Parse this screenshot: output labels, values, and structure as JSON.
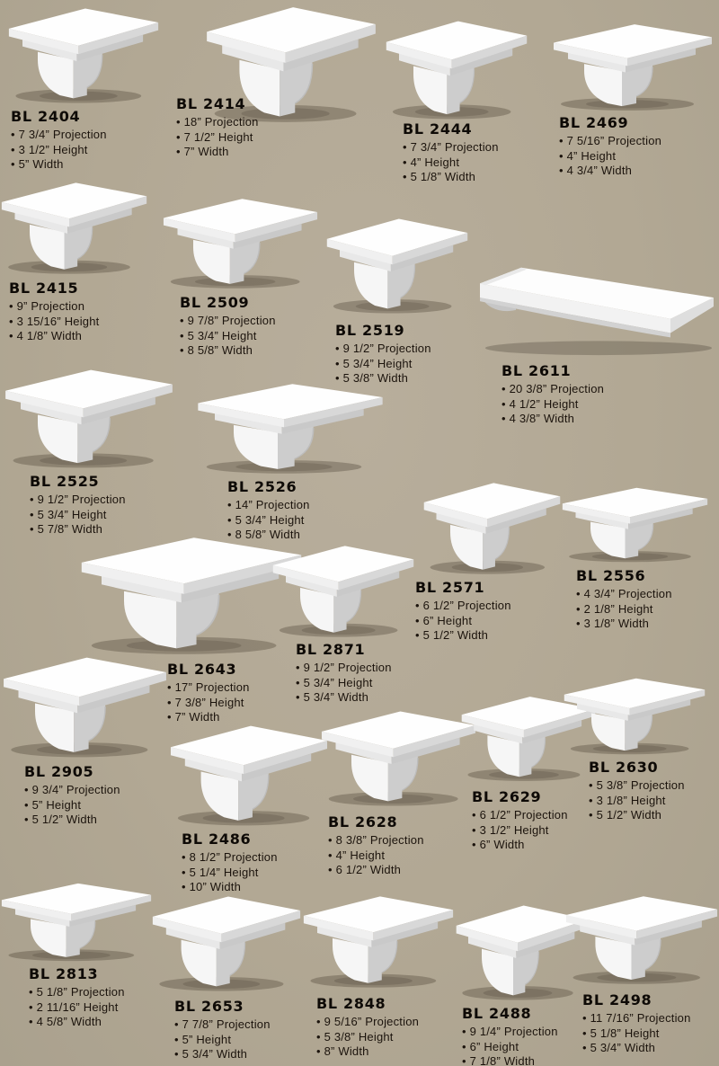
{
  "page": {
    "type": "millwork-corbel-catalog-page",
    "colors": {
      "background": "#b2a894",
      "heading_text": "#0e0a06",
      "spec_text": "#1c140d",
      "product_render": "#ffffff"
    }
  },
  "products": [
    {
      "code": "BL 2404",
      "specs": [
        "7 3/4” Projection",
        "3 1/2” Height",
        "5” Width"
      ]
    },
    {
      "code": "BL 2414",
      "specs": [
        "18” Projection",
        "7 1/2” Height",
        "7” Width"
      ]
    },
    {
      "code": "BL 2444",
      "specs": [
        "7 3/4” Projection",
        "4” Height",
        "5 1/8” Width"
      ]
    },
    {
      "code": "BL 2469",
      "specs": [
        "7 5/16” Projection",
        "4” Height",
        "4 3/4” Width"
      ]
    },
    {
      "code": "BL 2415",
      "specs": [
        "9” Projection",
        "3 15/16” Height",
        "4 1/8” Width"
      ]
    },
    {
      "code": "BL 2509",
      "specs": [
        "9 7/8” Projection",
        "5 3/4” Height",
        "8 5/8” Width"
      ]
    },
    {
      "code": "BL 2519",
      "specs": [
        "9 1/2” Projection",
        "5 3/4” Height",
        "5 3/8” Width"
      ]
    },
    {
      "code": "BL 2611",
      "specs": [
        "20 3/8” Projection",
        "4 1/2” Height",
        "4 3/8” Width"
      ]
    },
    {
      "code": "BL 2525",
      "specs": [
        "9 1/2” Projection",
        "5 3/4” Height",
        "5 7/8” Width"
      ]
    },
    {
      "code": "BL 2526",
      "specs": [
        "14” Projection",
        "5 3/4” Height",
        "8 5/8” Width"
      ]
    },
    {
      "code": "BL 2571",
      "specs": [
        "6 1/2” Projection",
        "6” Height",
        "5 1/2” Width"
      ]
    },
    {
      "code": "BL 2556",
      "specs": [
        "4 3/4” Projection",
        "2 1/8” Height",
        "3 1/8” Width"
      ]
    },
    {
      "code": "BL 2643",
      "specs": [
        "17” Projection",
        "7 3/8” Height",
        "7” Width"
      ]
    },
    {
      "code": "BL 2871",
      "specs": [
        "9 1/2” Projection",
        "5 3/4” Height",
        "5 3/4” Width"
      ]
    },
    {
      "code": "BL 2905",
      "specs": [
        "9 3/4” Projection",
        "5” Height",
        "5 1/2” Width"
      ]
    },
    {
      "code": "BL 2486",
      "specs": [
        "8 1/2” Projection",
        "5 1/4” Height",
        "10” Width"
      ]
    },
    {
      "code": "BL 2628",
      "specs": [
        "8 3/8” Projection",
        "4” Height",
        "6 1/2” Width"
      ]
    },
    {
      "code": "BL 2629",
      "specs": [
        "6 1/2” Projection",
        "3 1/2” Height",
        "6” Width"
      ]
    },
    {
      "code": "BL 2630",
      "specs": [
        "5 3/8” Projection",
        "3 1/8” Height",
        "5 1/2” Width"
      ]
    },
    {
      "code": "BL 2813",
      "specs": [
        "5 1/8” Projection",
        "2 11/16” Height",
        "4 5/8” Width"
      ]
    },
    {
      "code": "BL 2653",
      "specs": [
        "7 7/8” Projection",
        "5” Height",
        "5 3/4” Width"
      ]
    },
    {
      "code": "BL 2848",
      "specs": [
        "9 5/16” Projection",
        "5 3/8” Height",
        "8” Width"
      ]
    },
    {
      "code": "BL 2488",
      "specs": [
        "9 1/4” Projection",
        "6” Height",
        "7 1/8” Width"
      ]
    },
    {
      "code": "BL 2498",
      "specs": [
        "11 7/16” Projection",
        "5 1/8” Height",
        "5 3/4” Width"
      ]
    }
  ]
}
